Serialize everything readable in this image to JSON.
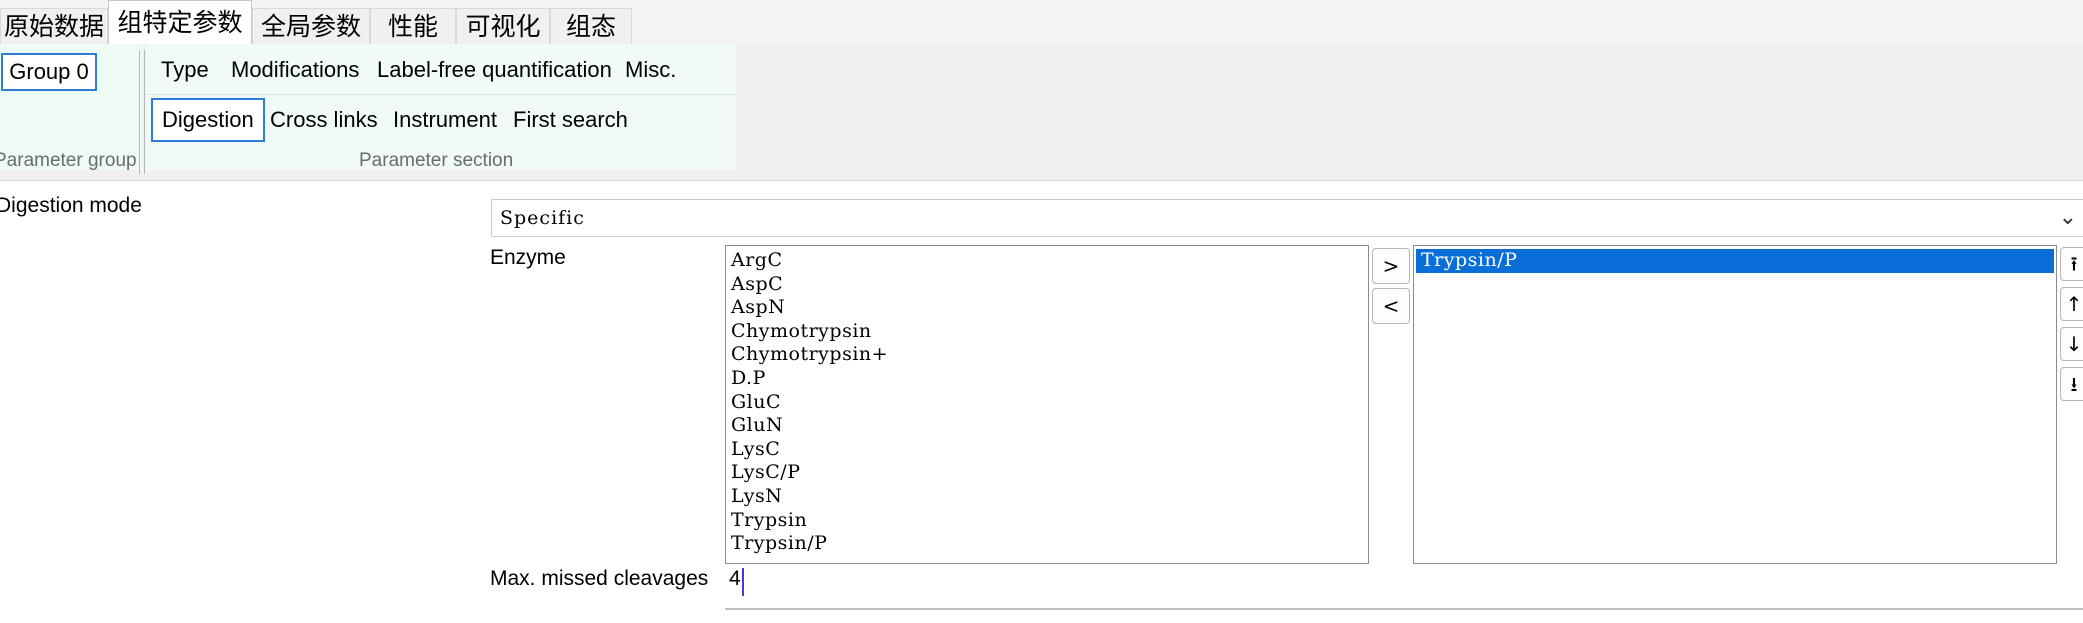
{
  "tabs": [
    "原始数据",
    "组特定参数",
    "全局参数",
    "性能",
    "可视化",
    "组态"
  ],
  "active_tab_index": 1,
  "parameter_group": {
    "selected": "Group 0",
    "caption": "Parameter group"
  },
  "parameter_section": {
    "row1": [
      "Type",
      "Modifications",
      "Label-free quantification",
      "Misc."
    ],
    "row2": [
      "Digestion",
      "Cross links",
      "Instrument",
      "First search"
    ],
    "selected": "Digestion",
    "caption": "Parameter section"
  },
  "digestion": {
    "mode_label": "Digestion mode",
    "mode_value": "Specific",
    "enzyme_label": "Enzyme",
    "available_enzymes": [
      "ArgC",
      "AspC",
      "AspN",
      "Chymotrypsin",
      "Chymotrypsin+",
      "D.P",
      "GluC",
      "GluN",
      "LysC",
      "LysC/P",
      "LysN",
      "Trypsin",
      "Trypsin/P"
    ],
    "selected_enzymes": [
      "Trypsin/P"
    ],
    "add_button": ">",
    "remove_button": "<",
    "order_buttons": [
      "⭱",
      "↑",
      "↓",
      "⭳"
    ],
    "missed_cleavages_label": "Max. missed cleavages",
    "missed_cleavages_value": "4"
  },
  "colors": {
    "selection": "#0a6ed8",
    "focus_border": "#2a7fd4",
    "ribbon_bg": "#edfaf5"
  }
}
